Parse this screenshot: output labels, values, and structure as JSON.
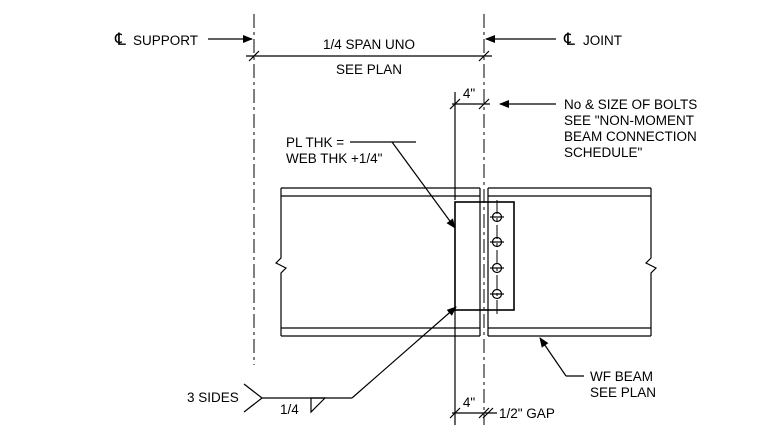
{
  "support_label": "SUPPORT",
  "joint_label": "JOINT",
  "centerline_symbol": "℄",
  "span_dim_top": "1/4 SPAN UNO",
  "span_dim_bottom": "SEE PLAN",
  "dim_top": "4\"",
  "bolts_note": [
    "No & SIZE OF BOLTS",
    "SEE \"NON-MOMENT",
    "BEAM CONNECTION",
    "SCHEDULE\""
  ],
  "plate_note": [
    "PL THK =",
    "WEB THK +1/4\""
  ],
  "beam_note": [
    "WF BEAM",
    "SEE PLAN"
  ],
  "weld_sides": "3 SIDES",
  "weld_size": "1/4",
  "dim_bottom": "4\"",
  "gap_label": "1/2\" GAP"
}
